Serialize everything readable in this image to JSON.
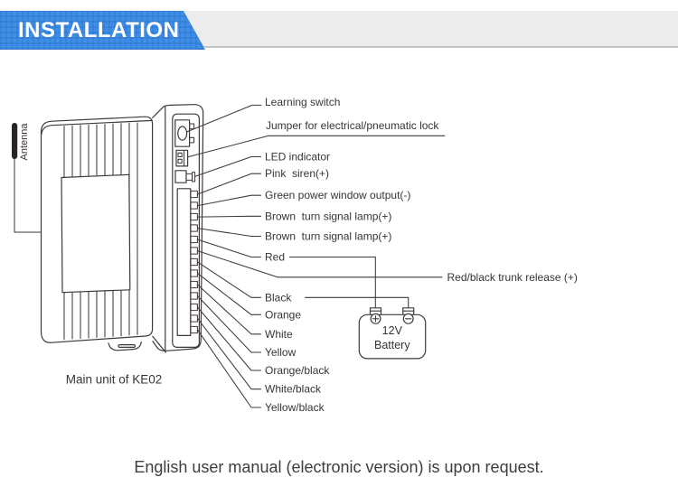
{
  "header": {
    "title": "INSTALLATION",
    "accent_color": "#3e8de6",
    "bar_color": "#ececec"
  },
  "diagram": {
    "antenna_label": "Antenna",
    "unit_caption": "Main unit of KE02",
    "battery": {
      "line1": "12V",
      "line2": "Battery"
    },
    "labels": {
      "learning_switch": "Learning switch",
      "jumper": "Jumper for electrical/pneumatic lock",
      "led": "LED indicator",
      "pink": "Pink  siren(+)",
      "green": "Green power window output(-)",
      "brown1": "Brown  turn signal lamp(+)",
      "brown2": "Brown  turn signal lamp(+)",
      "red": "Red",
      "red_black": "Red/black trunk release (+)",
      "black": "Black",
      "orange": "Orange",
      "white": "White",
      "yellow": "Yellow",
      "orange_black": "Orange/black",
      "white_black": "White/black",
      "yellow_black": "Yellow/black"
    }
  },
  "footer": {
    "note": "English user manual (electronic version) is upon request."
  }
}
